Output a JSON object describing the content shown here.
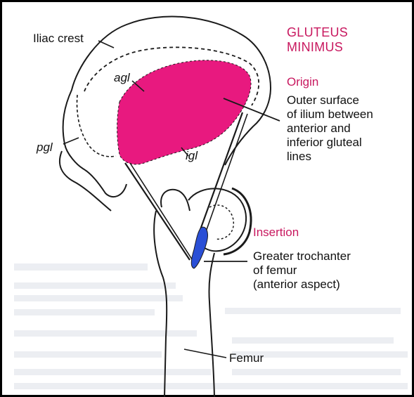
{
  "title": {
    "line1": "GLUTEUS",
    "line2": "MINIMUS"
  },
  "origin": {
    "heading": "Origin",
    "lines": [
      "Outer surface",
      "of ilium between",
      "anterior and",
      "inferior gluteal",
      "lines"
    ]
  },
  "insertion": {
    "heading": "Insertion",
    "lines": [
      "Greater trochanter",
      "of femur",
      "(anterior aspect)"
    ]
  },
  "labels": {
    "iliac_crest": "Iliac crest",
    "agl": "agl",
    "pgl": "pgl",
    "igl": "igl",
    "femur": "Femur"
  },
  "colors": {
    "origin_fill": "#e8197f",
    "insertion_fill": "#2a4fd6",
    "heading_color": "#c8185f",
    "line_color": "#1a1a1a",
    "frame_border": "#000000"
  }
}
